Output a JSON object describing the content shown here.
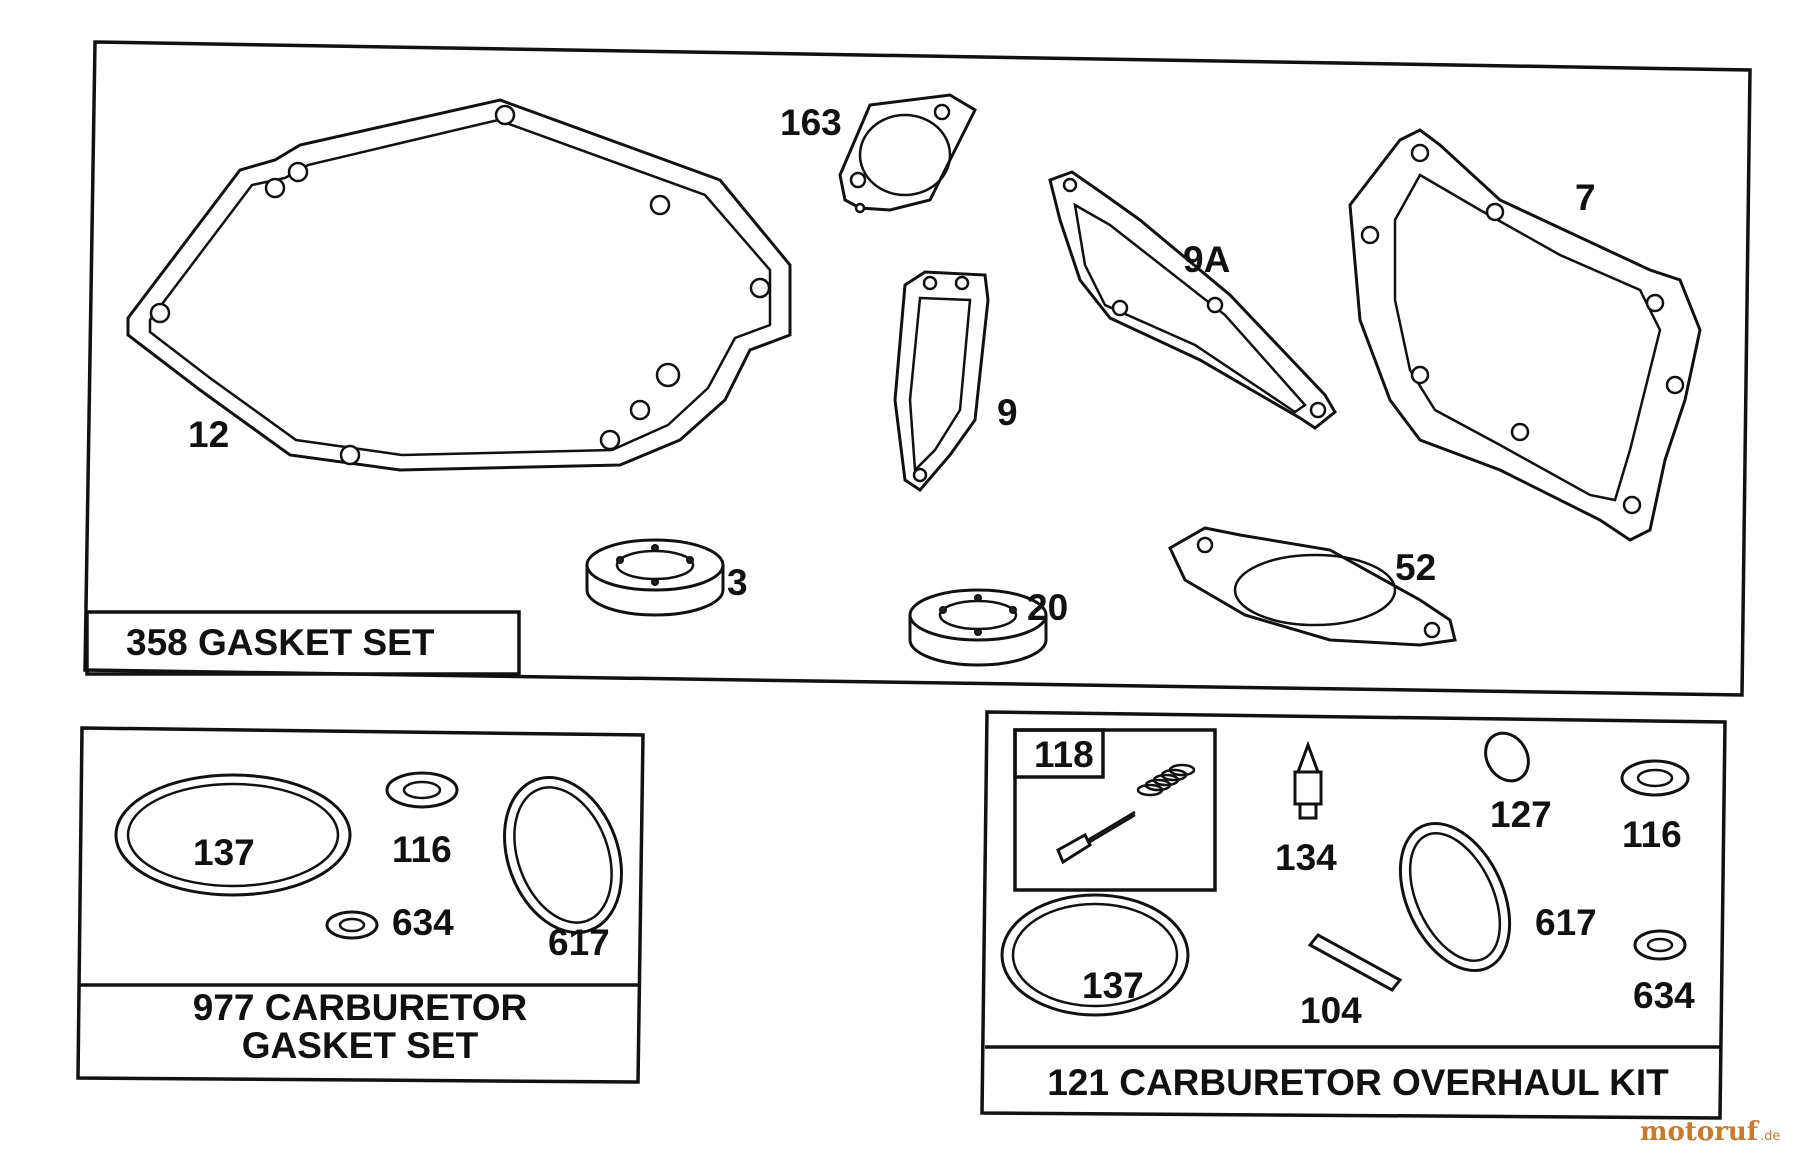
{
  "kits": [
    {
      "title": "358 GASKET SET"
    },
    {
      "title_line1": "977 CARBURETOR",
      "title_line2": "GASKET SET"
    },
    {
      "title": "121 CARBURETOR OVERHAUL KIT"
    }
  ],
  "part_labels": {
    "p12": "12",
    "p163": "163",
    "p9": "9",
    "p9a": "9A",
    "p7": "7",
    "p3": "3",
    "p20": "20",
    "p52": "52",
    "c137": "137",
    "c116": "116",
    "c634": "634",
    "c617": "617",
    "o118": "118",
    "o134": "134",
    "o127": "127",
    "o116": "116",
    "o617": "617",
    "o137": "137",
    "o104": "104",
    "o634": "634"
  },
  "watermark": {
    "brand": "motoruf",
    "tld": ".de"
  }
}
